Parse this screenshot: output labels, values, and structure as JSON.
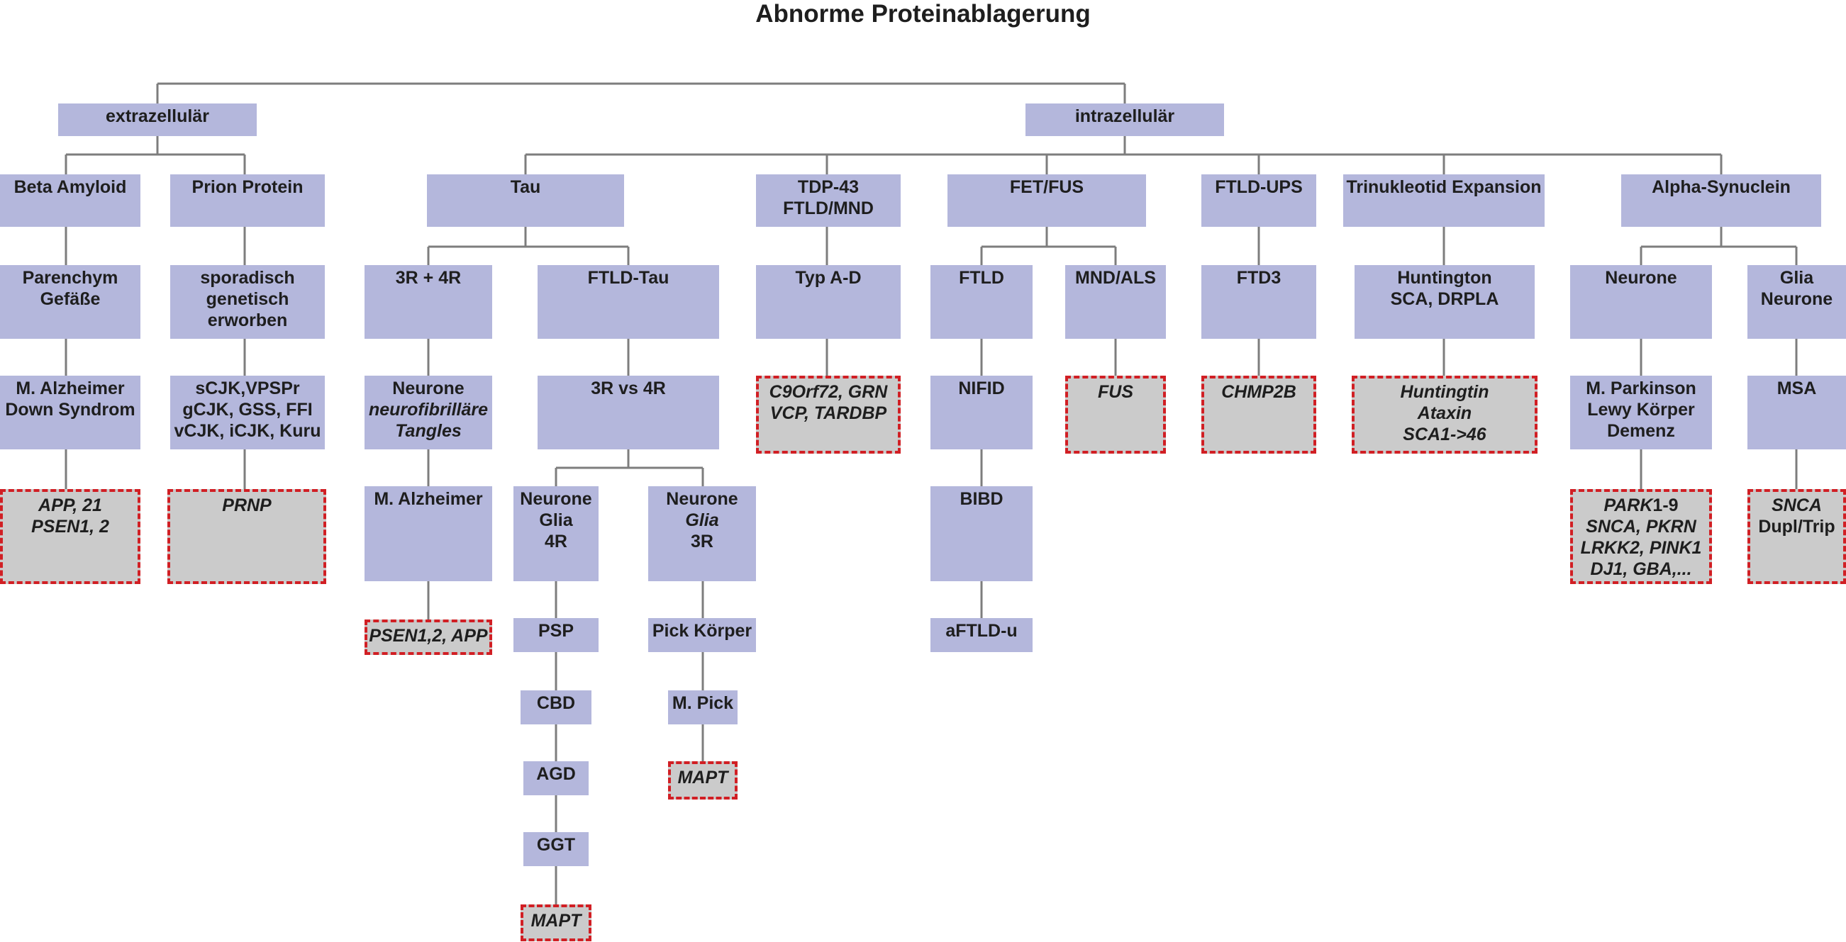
{
  "title": "Abnorme Proteinablagerung",
  "nodes": {
    "extrazellular": {
      "lines": [
        {
          "t": "extrazellulär"
        }
      ]
    },
    "intrazellular": {
      "lines": [
        {
          "t": "intrazellulär"
        }
      ]
    },
    "beta_amyloid": {
      "lines": [
        {
          "t": "Beta Amyloid"
        }
      ]
    },
    "prion_protein": {
      "lines": [
        {
          "t": "Prion Protein"
        }
      ]
    },
    "tau": {
      "lines": [
        {
          "t": "Tau"
        }
      ]
    },
    "tdp43": {
      "lines": [
        {
          "t": "TDP-43"
        },
        {
          "t": "FTLD/MND"
        }
      ]
    },
    "fet_fus": {
      "lines": [
        {
          "t": "FET/FUS"
        }
      ]
    },
    "ftld_ups": {
      "lines": [
        {
          "t": "FTLD-UPS"
        }
      ]
    },
    "trinukleotid": {
      "lines": [
        {
          "t": "Trinukleotid Expansion"
        }
      ]
    },
    "alpha_synuclein": {
      "lines": [
        {
          "t": "Alpha-Synuclein"
        }
      ]
    },
    "parenchym": {
      "lines": [
        {
          "t": "Parenchym"
        },
        {
          "t": "Gefäße"
        }
      ]
    },
    "sporadisch": {
      "lines": [
        {
          "t": "sporadisch"
        },
        {
          "t": "genetisch"
        },
        {
          "t": "erworben"
        }
      ]
    },
    "tau_3r4r": {
      "lines": [
        {
          "t": "3R + 4R"
        }
      ]
    },
    "ftld_tau": {
      "lines": [
        {
          "t": "FTLD-Tau"
        }
      ]
    },
    "typ_ad": {
      "lines": [
        {
          "t": "Typ A-D"
        }
      ]
    },
    "ftld": {
      "lines": [
        {
          "t": "FTLD"
        }
      ]
    },
    "mnd_als": {
      "lines": [
        {
          "t": "MND/ALS"
        }
      ]
    },
    "ftd3": {
      "lines": [
        {
          "t": "FTD3"
        }
      ]
    },
    "huntington": {
      "lines": [
        {
          "t": "Huntington"
        },
        {
          "t": "SCA, DRPLA"
        }
      ]
    },
    "neurone_syn": {
      "lines": [
        {
          "t": "Neurone"
        }
      ]
    },
    "glia_neurone": {
      "lines": [
        {
          "t": "Glia"
        },
        {
          "t": "Neurone"
        }
      ]
    },
    "m_alzheimer_down": {
      "lines": [
        {
          "t": "M. Alzheimer"
        },
        {
          "t": "Down Syndrom"
        }
      ]
    },
    "scjk": {
      "lines": [
        {
          "t": "sCJK,VPSPr"
        },
        {
          "t": "gCJK, GSS, FFI"
        },
        {
          "t": "vCJK, iCJK, Kuru"
        }
      ]
    },
    "neurone_tangles": {
      "lines": [
        {
          "t": "Neurone"
        },
        {
          "t": "neurofibrilläre",
          "i": true
        },
        {
          "t": "Tangles",
          "i": true
        }
      ]
    },
    "r3_vs_4r": {
      "lines": [
        {
          "t": "3R vs 4R"
        }
      ]
    },
    "c9orf72": {
      "lines": [
        {
          "t": "C9Orf72, GRN",
          "i": true
        },
        {
          "t": "VCP, TARDBP",
          "i": true
        }
      ]
    },
    "nifid": {
      "lines": [
        {
          "t": "NIFID"
        }
      ]
    },
    "fus": {
      "lines": [
        {
          "t": "FUS",
          "i": true
        }
      ]
    },
    "chmp2b": {
      "lines": [
        {
          "t": "CHMP2B",
          "i": true
        }
      ]
    },
    "huntingtin": {
      "lines": [
        {
          "t": "Huntingtin",
          "i": true
        },
        {
          "t": "Ataxin",
          "i": true
        },
        {
          "t": "SCA1->46",
          "i": true
        }
      ]
    },
    "m_parkinson": {
      "lines": [
        {
          "t": "M. Parkinson"
        },
        {
          "t": "Lewy Körper"
        },
        {
          "t": "Demenz"
        }
      ]
    },
    "msa": {
      "lines": [
        {
          "t": "MSA"
        }
      ]
    },
    "app21": {
      "lines": [
        {
          "t": "APP, 21",
          "i": true
        },
        {
          "t": "PSEN1, 2",
          "i": true
        }
      ]
    },
    "prnp": {
      "lines": [
        {
          "t": "PRNP",
          "i": true
        }
      ]
    },
    "m_alzheimer": {
      "lines": [
        {
          "t": "M. Alzheimer"
        }
      ]
    },
    "neurone_glia_4r": {
      "lines": [
        {
          "t": "Neurone"
        },
        {
          "t": "Glia"
        },
        {
          "t": "4R"
        }
      ]
    },
    "neurone_glia_3r": {
      "lines": [
        {
          "t": "Neurone"
        },
        {
          "t": "Glia",
          "i": true
        },
        {
          "t": "3R"
        }
      ]
    },
    "bibd": {
      "lines": [
        {
          "t": "BIBD"
        }
      ]
    },
    "park": {
      "lines": [
        {
          "t": "PARK",
          "i": true,
          "suffix": "1-9"
        },
        {
          "t": "SNCA, PKRN",
          "i": true
        },
        {
          "t": "LRKK2, PINK1",
          "i": true
        },
        {
          "t": "DJ1, GBA,...",
          "i": true
        }
      ]
    },
    "snca": {
      "lines": [
        {
          "t": "SNCA",
          "i": true
        },
        {
          "t": "Dupl/Trip"
        }
      ]
    },
    "psen_app": {
      "lines": [
        {
          "t": "PSEN1,2, APP",
          "i": true
        }
      ]
    },
    "psp": {
      "lines": [
        {
          "t": "PSP"
        }
      ]
    },
    "pick_korper": {
      "lines": [
        {
          "t": "Pick Körper"
        }
      ]
    },
    "aftld_u": {
      "lines": [
        {
          "t": "aFTLD-u"
        }
      ]
    },
    "cbd": {
      "lines": [
        {
          "t": "CBD"
        }
      ]
    },
    "m_pick": {
      "lines": [
        {
          "t": "M. Pick"
        }
      ]
    },
    "mapt_pick": {
      "lines": [
        {
          "t": "MAPT",
          "i": true
        }
      ]
    },
    "agd": {
      "lines": [
        {
          "t": "AGD"
        }
      ]
    },
    "ggt": {
      "lines": [
        {
          "t": "GGT"
        }
      ]
    },
    "mapt_tau": {
      "lines": [
        {
          "t": "MAPT",
          "i": true
        }
      ]
    }
  },
  "colors": {
    "box": "#b4b7dc",
    "gene_box": "#cbcbcb",
    "gene_border": "#d11f24",
    "line": "#7d7d7d"
  }
}
